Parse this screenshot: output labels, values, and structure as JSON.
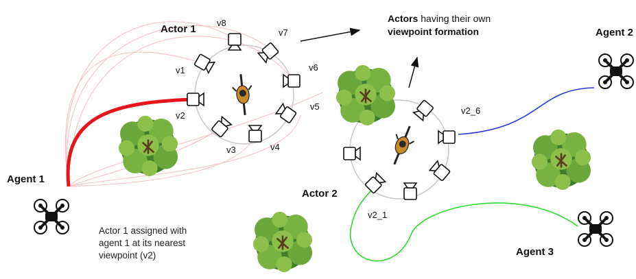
{
  "actors": [
    {
      "label": "Actor 1"
    },
    {
      "label": "Actor 2"
    }
  ],
  "agents": [
    {
      "label": "Agent 1"
    },
    {
      "label": "Agent 2"
    },
    {
      "label": "Agent 3"
    }
  ],
  "viewpoints": {
    "actor1": [
      "v1",
      "v2",
      "v3",
      "v4",
      "v5",
      "v6",
      "v7",
      "v8"
    ],
    "actor2": [
      "v2_1",
      "v2_6"
    ]
  },
  "headline": {
    "bold1": "Actors",
    "rest1": " having their own",
    "bold2": "viewpoint formation"
  },
  "note": {
    "line1": "Actor 1 assigned with",
    "line2": "agent 1 at its nearest",
    "line3": "viewpoint (v2)"
  },
  "colors": {
    "assigned_path": "#e8141b",
    "faint_path": "#f2c4c4",
    "agent2_path": "#2a37d8",
    "agent3_path": "#2fd82f",
    "circle": "#c8c8c8",
    "tree_dark": "#3f7d2a",
    "tree_light": "#8cc04a"
  }
}
